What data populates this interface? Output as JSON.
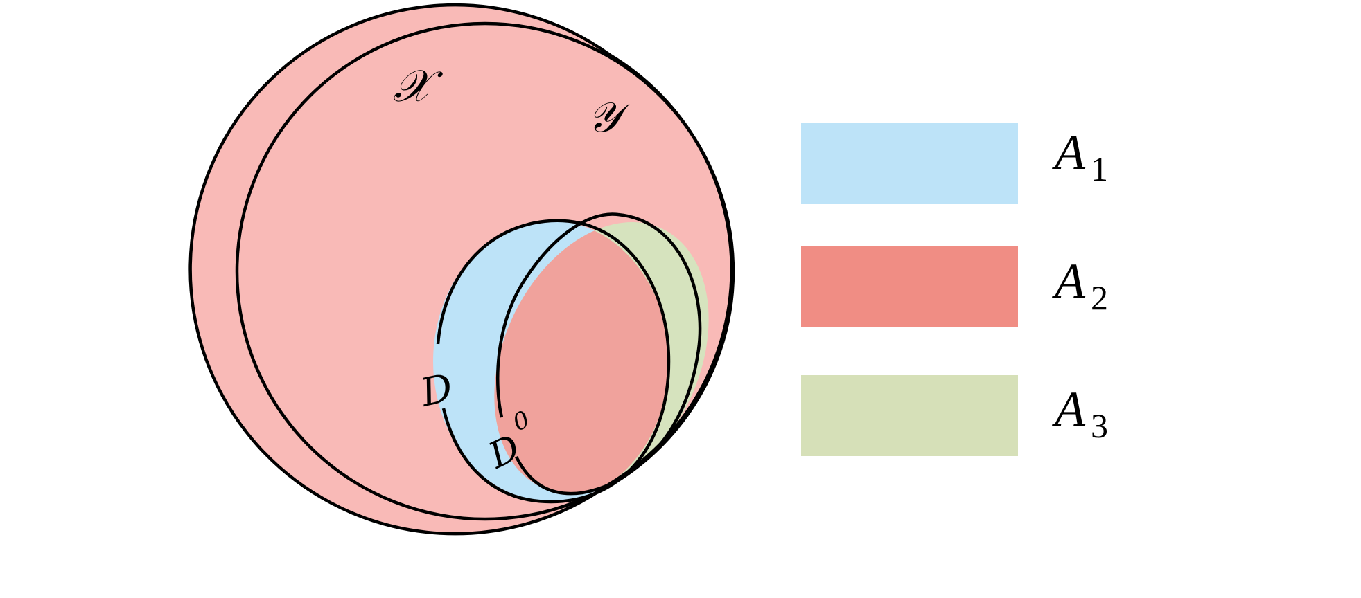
{
  "diagram": {
    "labels": {
      "outer_set": "𝒳",
      "y_set": "𝒴",
      "d_set": "D",
      "d0_set": "D",
      "d0_superscript": "0"
    }
  },
  "legend": {
    "items": [
      {
        "name": "A",
        "subscript": "1",
        "color": "#bde3f8"
      },
      {
        "name": "A",
        "subscript": "2",
        "color": "#f08d84"
      },
      {
        "name": "A",
        "subscript": "3",
        "color": "#d6e0b8"
      }
    ]
  },
  "colors": {
    "y_region": "#f9bab7",
    "overlap_region": "#f0a29c",
    "a1_region": "#bde3f8",
    "a3_region": "#d6e3be",
    "outline": "#000000"
  }
}
